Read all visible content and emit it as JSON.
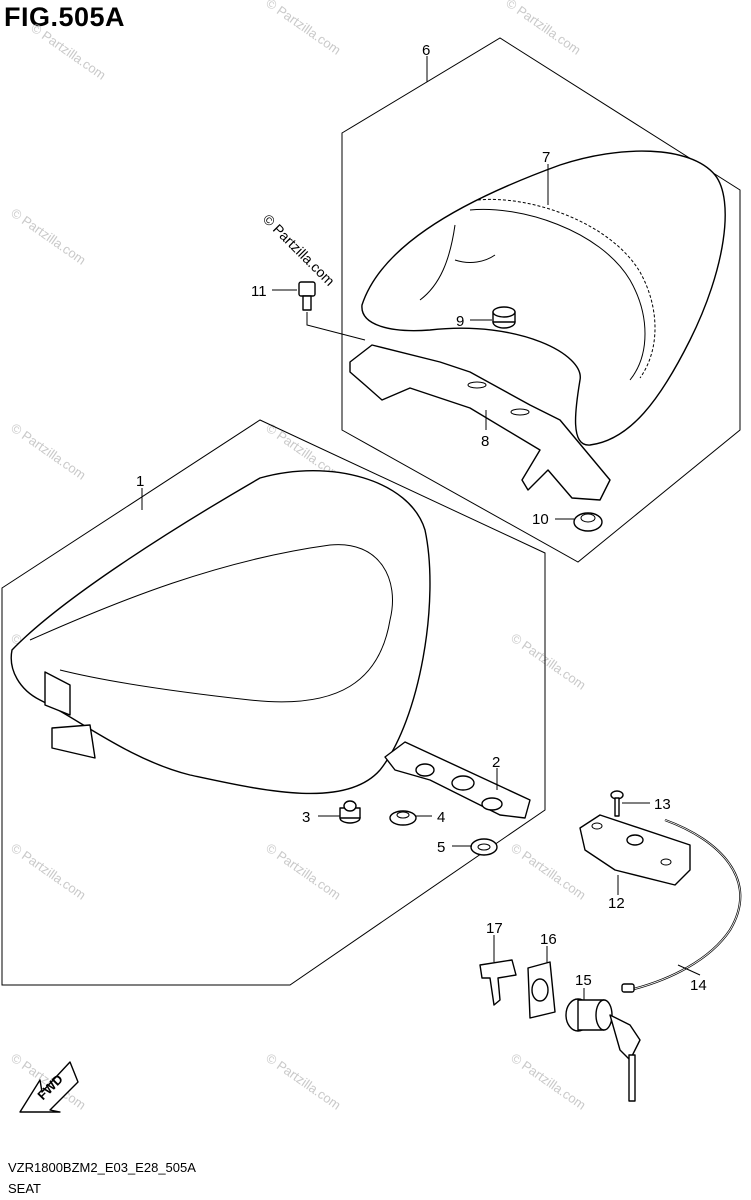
{
  "figure": {
    "title": "FIG.505A",
    "ref_code": "VZR1800BZM2_E03_E28_505A",
    "name": "SEAT"
  },
  "watermark": {
    "text": "© Partzilla.com",
    "color": "#c9c9c9"
  },
  "fwd_label": "FWD",
  "callouts": {
    "1": "1",
    "2": "2",
    "3": "3",
    "4": "4",
    "5": "5",
    "6": "6",
    "7": "7",
    "8": "8",
    "9": "9",
    "10": "10",
    "11": "11",
    "12": "12",
    "13": "13",
    "14": "14",
    "15": "15",
    "16": "16",
    "17": "17"
  }
}
